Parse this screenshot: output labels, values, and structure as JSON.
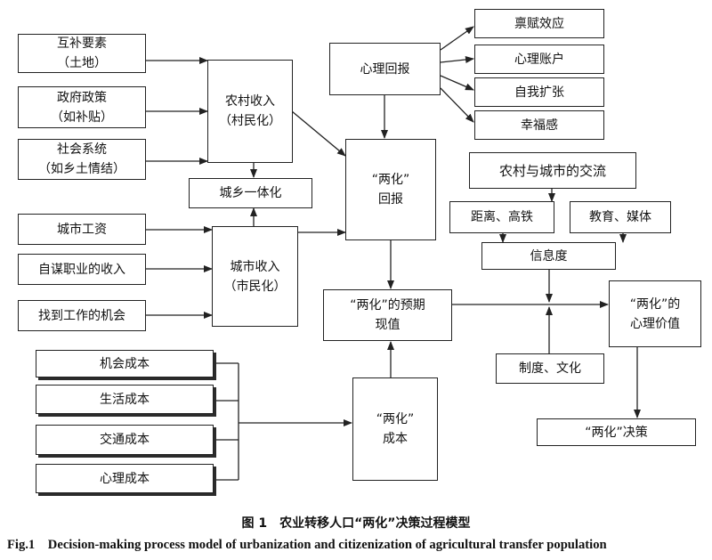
{
  "nodes": {
    "complementary_factors": {
      "line1": "互补要素",
      "line2": "（土地）"
    },
    "government_policy": {
      "line1": "政府政策",
      "line2": "（如补贴）"
    },
    "social_system": {
      "line1": "社会系统",
      "line2": "（如乡土情结）"
    },
    "rural_income": {
      "line1": "农村收入",
      "line2": "（村民化）"
    },
    "urban_rural_integration": {
      "line1": "城乡一体化"
    },
    "city_wage": {
      "line1": "城市工资"
    },
    "self_employment_income": {
      "line1": "自谋职业的收入"
    },
    "job_finding_opportunity": {
      "line1": "找到工作的机会"
    },
    "urban_income": {
      "line1": "城市收入",
      "line2": "（市民化）"
    },
    "psychological_return": {
      "line1": "心理回报"
    },
    "endowment_effect": {
      "line1": "禀赋效应"
    },
    "mental_account": {
      "line1": "心理账户"
    },
    "self_expansion": {
      "line1": "自我扩张"
    },
    "happiness": {
      "line1": "幸福感"
    },
    "two_transformations_return": {
      "line1": "“两化”",
      "line2": "回报"
    },
    "expected_present_value": {
      "line1": "“两化”的预期",
      "line2": "现值"
    },
    "opportunity_cost": {
      "line1": "机会成本"
    },
    "living_cost": {
      "line1": "生活成本"
    },
    "transport_cost": {
      "line1": "交通成本"
    },
    "psychological_cost": {
      "line1": "心理成本"
    },
    "two_transformations_cost": {
      "line1": "“两化”",
      "line2": "成本"
    },
    "rural_urban_exchange": {
      "line1": "农村与城市的交流"
    },
    "distance_railway": {
      "line1": "距离、高铁"
    },
    "education_media": {
      "line1": "教育、媒体"
    },
    "information_degree": {
      "line1": "信息度"
    },
    "institution_culture": {
      "line1": "制度、文化"
    },
    "psychological_value": {
      "line1": "“两化”的",
      "line2": "心理价值"
    },
    "decision": {
      "line1": "“两化”决策"
    }
  },
  "caption": {
    "zh": "图 1　农业转移人口“两化”决策过程模型",
    "en": "Fig.1　Decision-making process model of urbanization and citizenization of agricultural transfer population"
  }
}
